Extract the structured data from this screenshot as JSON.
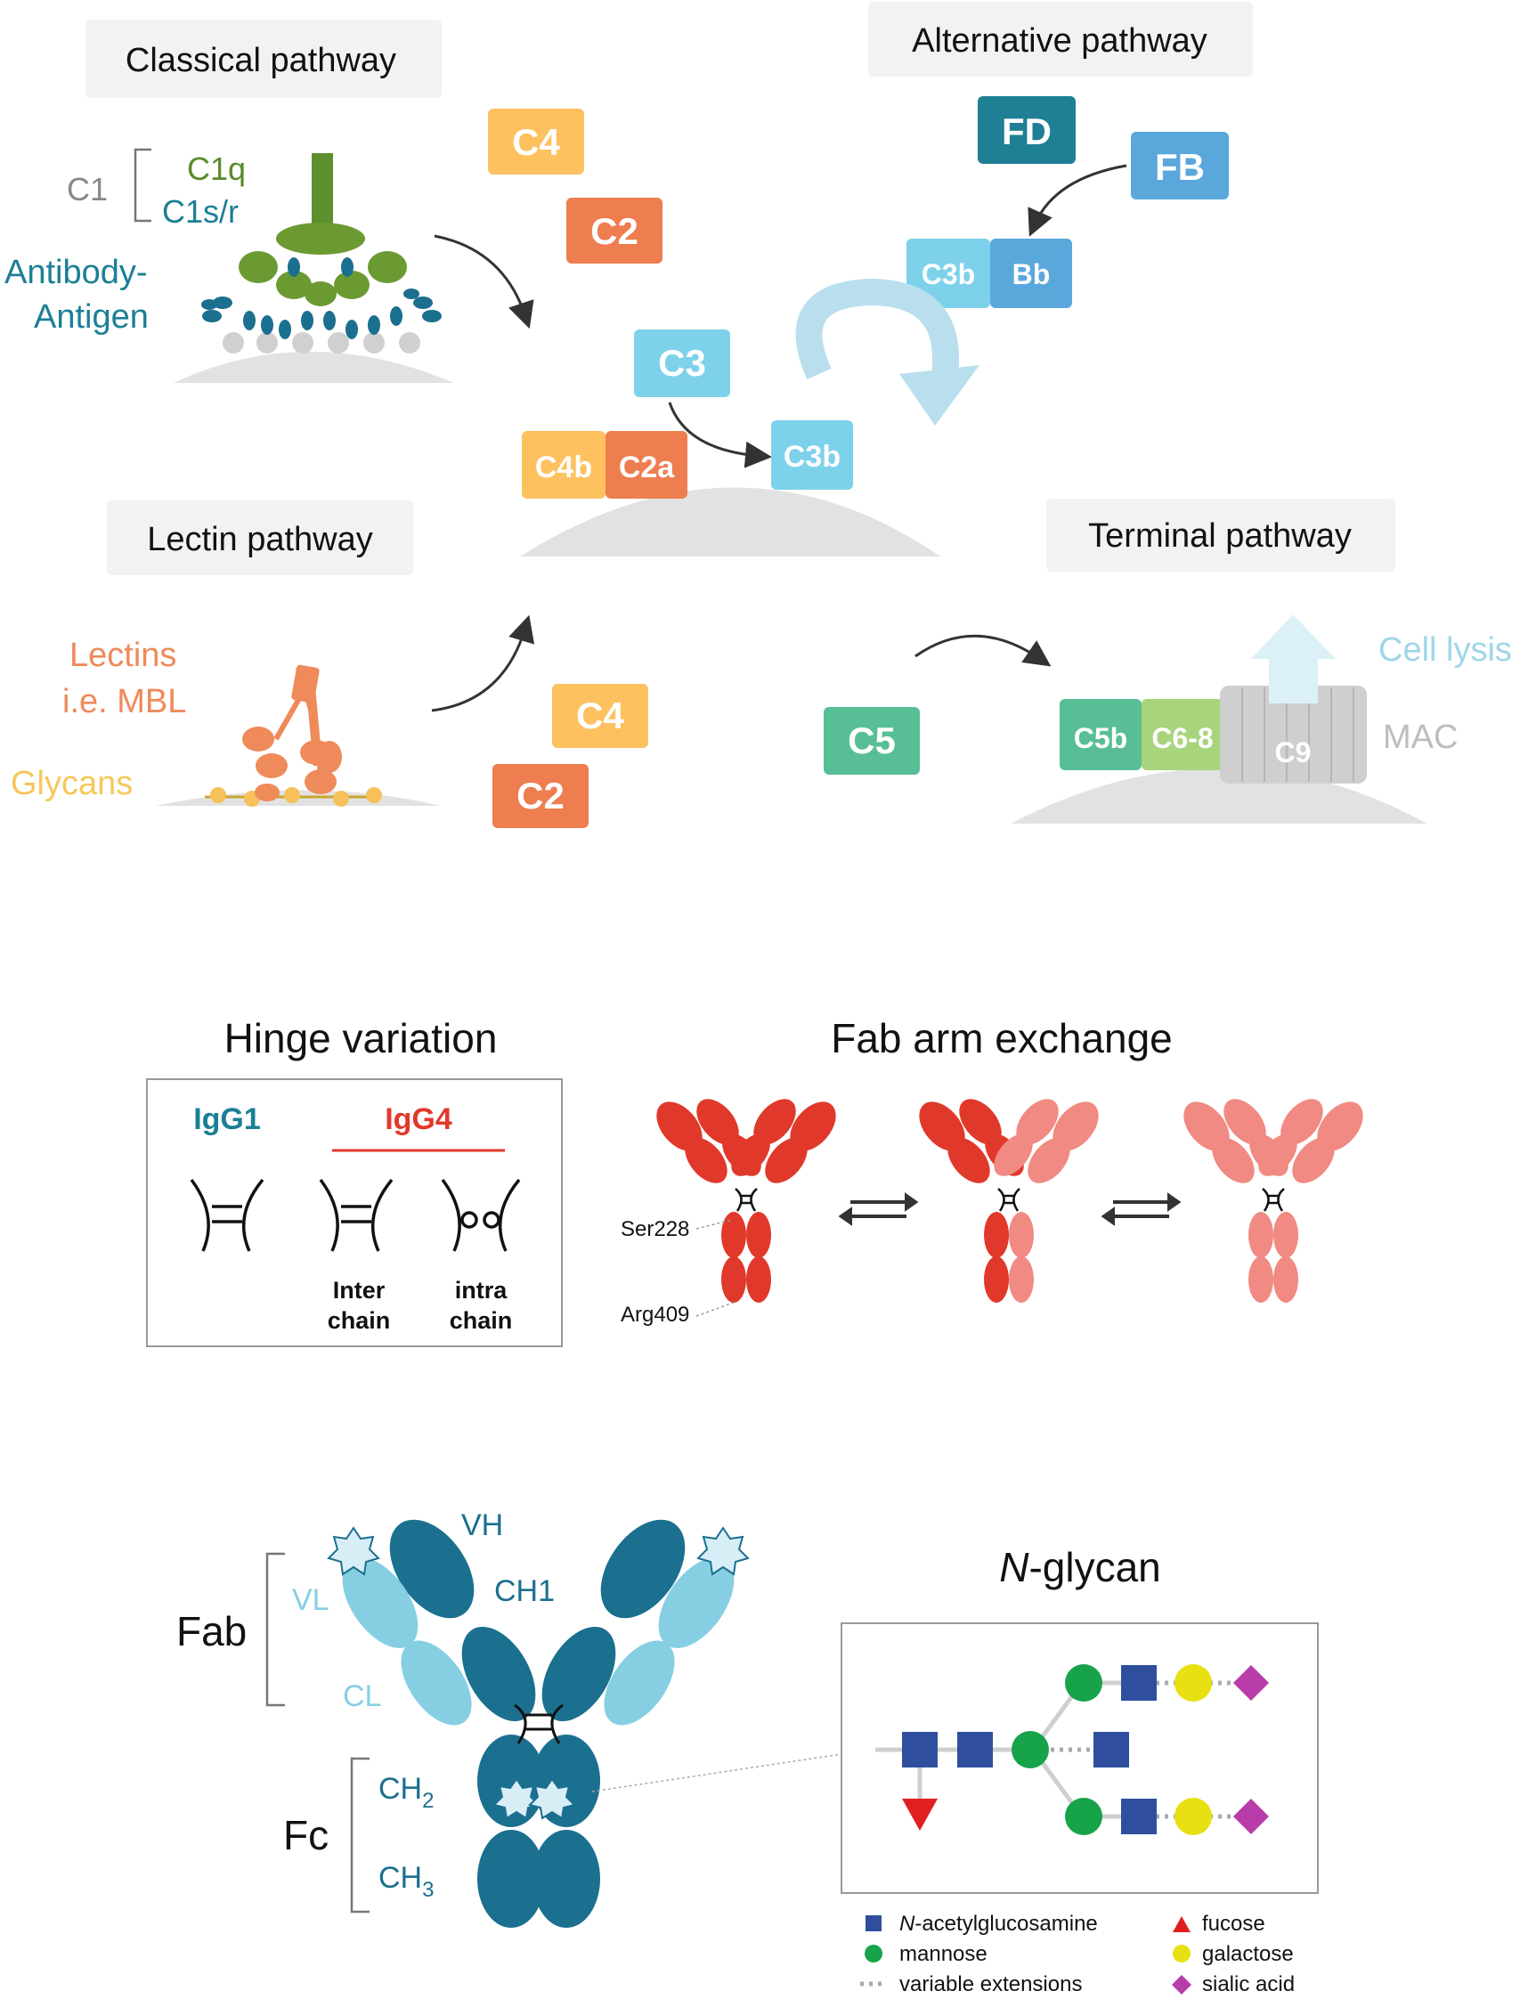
{
  "complement": {
    "classical": {
      "title": "Classical pathway",
      "c1": "C1",
      "c1q": "C1q",
      "c1sr": "C1s/r",
      "antibody": "Antibody-",
      "antigen": "Antigen"
    },
    "alternative": {
      "title": "Alternative pathway",
      "fd": "FD",
      "fb": "FB",
      "c3b": "C3b",
      "bb": "Bb"
    },
    "lectin": {
      "title": "Lectin pathway",
      "lectins": "Lectins",
      "mbl": "i.e. MBL",
      "glycans": "Glycans",
      "c4": "C4",
      "c2": "C2"
    },
    "convertase": {
      "c4": "C4",
      "c2": "C2",
      "c3": "C3",
      "c4b": "C4b",
      "c2a": "C2a",
      "c3b": "C3b"
    },
    "terminal": {
      "title": "Terminal pathway",
      "c5": "C5",
      "c5b": "C5b",
      "c68": "C6-8",
      "c9": "C9",
      "mac": "MAC",
      "lysis": "Cell lysis"
    }
  },
  "hinge": {
    "title": "Hinge variation",
    "igg1": "IgG1",
    "igg4": "IgG4",
    "inter1": "Inter",
    "inter2": "chain",
    "intra1": "intra",
    "intra2": "chain"
  },
  "fab_exchange": {
    "title": "Fab arm exchange",
    "ser": "Ser228",
    "arg": "Arg409"
  },
  "antibody": {
    "vh": "VH",
    "ch1": "CH1",
    "vl": "VL",
    "cl": "CL",
    "fab": "Fab",
    "fc": "Fc",
    "ch2": "CH",
    "ch2_sub": "2",
    "ch3": "CH",
    "ch3_sub": "3"
  },
  "nglycan": {
    "title_italic": "N",
    "title_rest": "-glycan"
  },
  "legend": [
    {
      "italic": "N",
      "label": "-acetylglucosamine",
      "symbol": "square",
      "color": "#2f4f9e"
    },
    {
      "italic": "",
      "label": "mannose",
      "symbol": "circle",
      "color": "#17a34a"
    },
    {
      "italic": "",
      "label": "variable extensions",
      "symbol": "dots",
      "color": "#aaaaaa"
    },
    {
      "italic": "",
      "label": "fucose",
      "symbol": "triangle",
      "color": "#e02020"
    },
    {
      "italic": "",
      "label": "galactose",
      "symbol": "circle",
      "color": "#e8e010"
    },
    {
      "italic": "",
      "label": "sialic acid",
      "symbol": "diamond",
      "color": "#b83caa"
    }
  ],
  "colors": {
    "c4": "#fdc160",
    "c2": "#ee7d4f",
    "c3": "#7ed1ea",
    "bb": "#5aa7dc",
    "fd": "#1f7f95",
    "c5": "#58be96",
    "c68": "#a8d47c",
    "teal": "#1b6f8f",
    "lightblue": "#7fcde0",
    "red": "#e0392b",
    "pink": "#f08a82"
  }
}
